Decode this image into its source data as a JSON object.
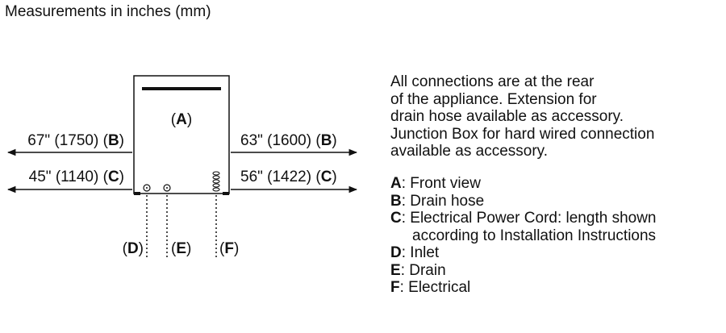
{
  "header": {
    "title": "Measurements in inches (mm)"
  },
  "appliance": {
    "front_label_open": "(",
    "front_label_key": "A",
    "front_label_close": ")"
  },
  "left_dims": [
    {
      "value": "67\" (1750) (",
      "key": "B",
      "close": ")"
    },
    {
      "value": "45\" (1140) (",
      "key": "C",
      "close": ")"
    }
  ],
  "right_dims": [
    {
      "value": "63\" (1600) (",
      "key": "B",
      "close": ")"
    },
    {
      "value": "56\" (1422) (",
      "key": "C",
      "close": ")"
    }
  ],
  "connections": [
    {
      "open": "(",
      "key": "D",
      "close": ")"
    },
    {
      "open": "(",
      "key": "E",
      "close": ")"
    },
    {
      "open": "(",
      "key": "F",
      "close": ")"
    }
  ],
  "notes": {
    "lines": [
      "All connections are at the rear",
      "of the appliance. Extension for",
      "drain hose available as accessory.",
      "Junction Box for hard wired connection",
      "available as accessory."
    ]
  },
  "legend": [
    {
      "key": "A",
      "text": ": Front view"
    },
    {
      "key": "B",
      "text": ": Drain hose"
    },
    {
      "key": "C",
      "text": ": Electrical Power Cord: length shown",
      "cont": "according to Installation Instructions"
    },
    {
      "key": "D",
      "text": ": Inlet"
    },
    {
      "key": "E",
      "text": ": Drain"
    },
    {
      "key": "F",
      "text": ": Electrical"
    }
  ]
}
